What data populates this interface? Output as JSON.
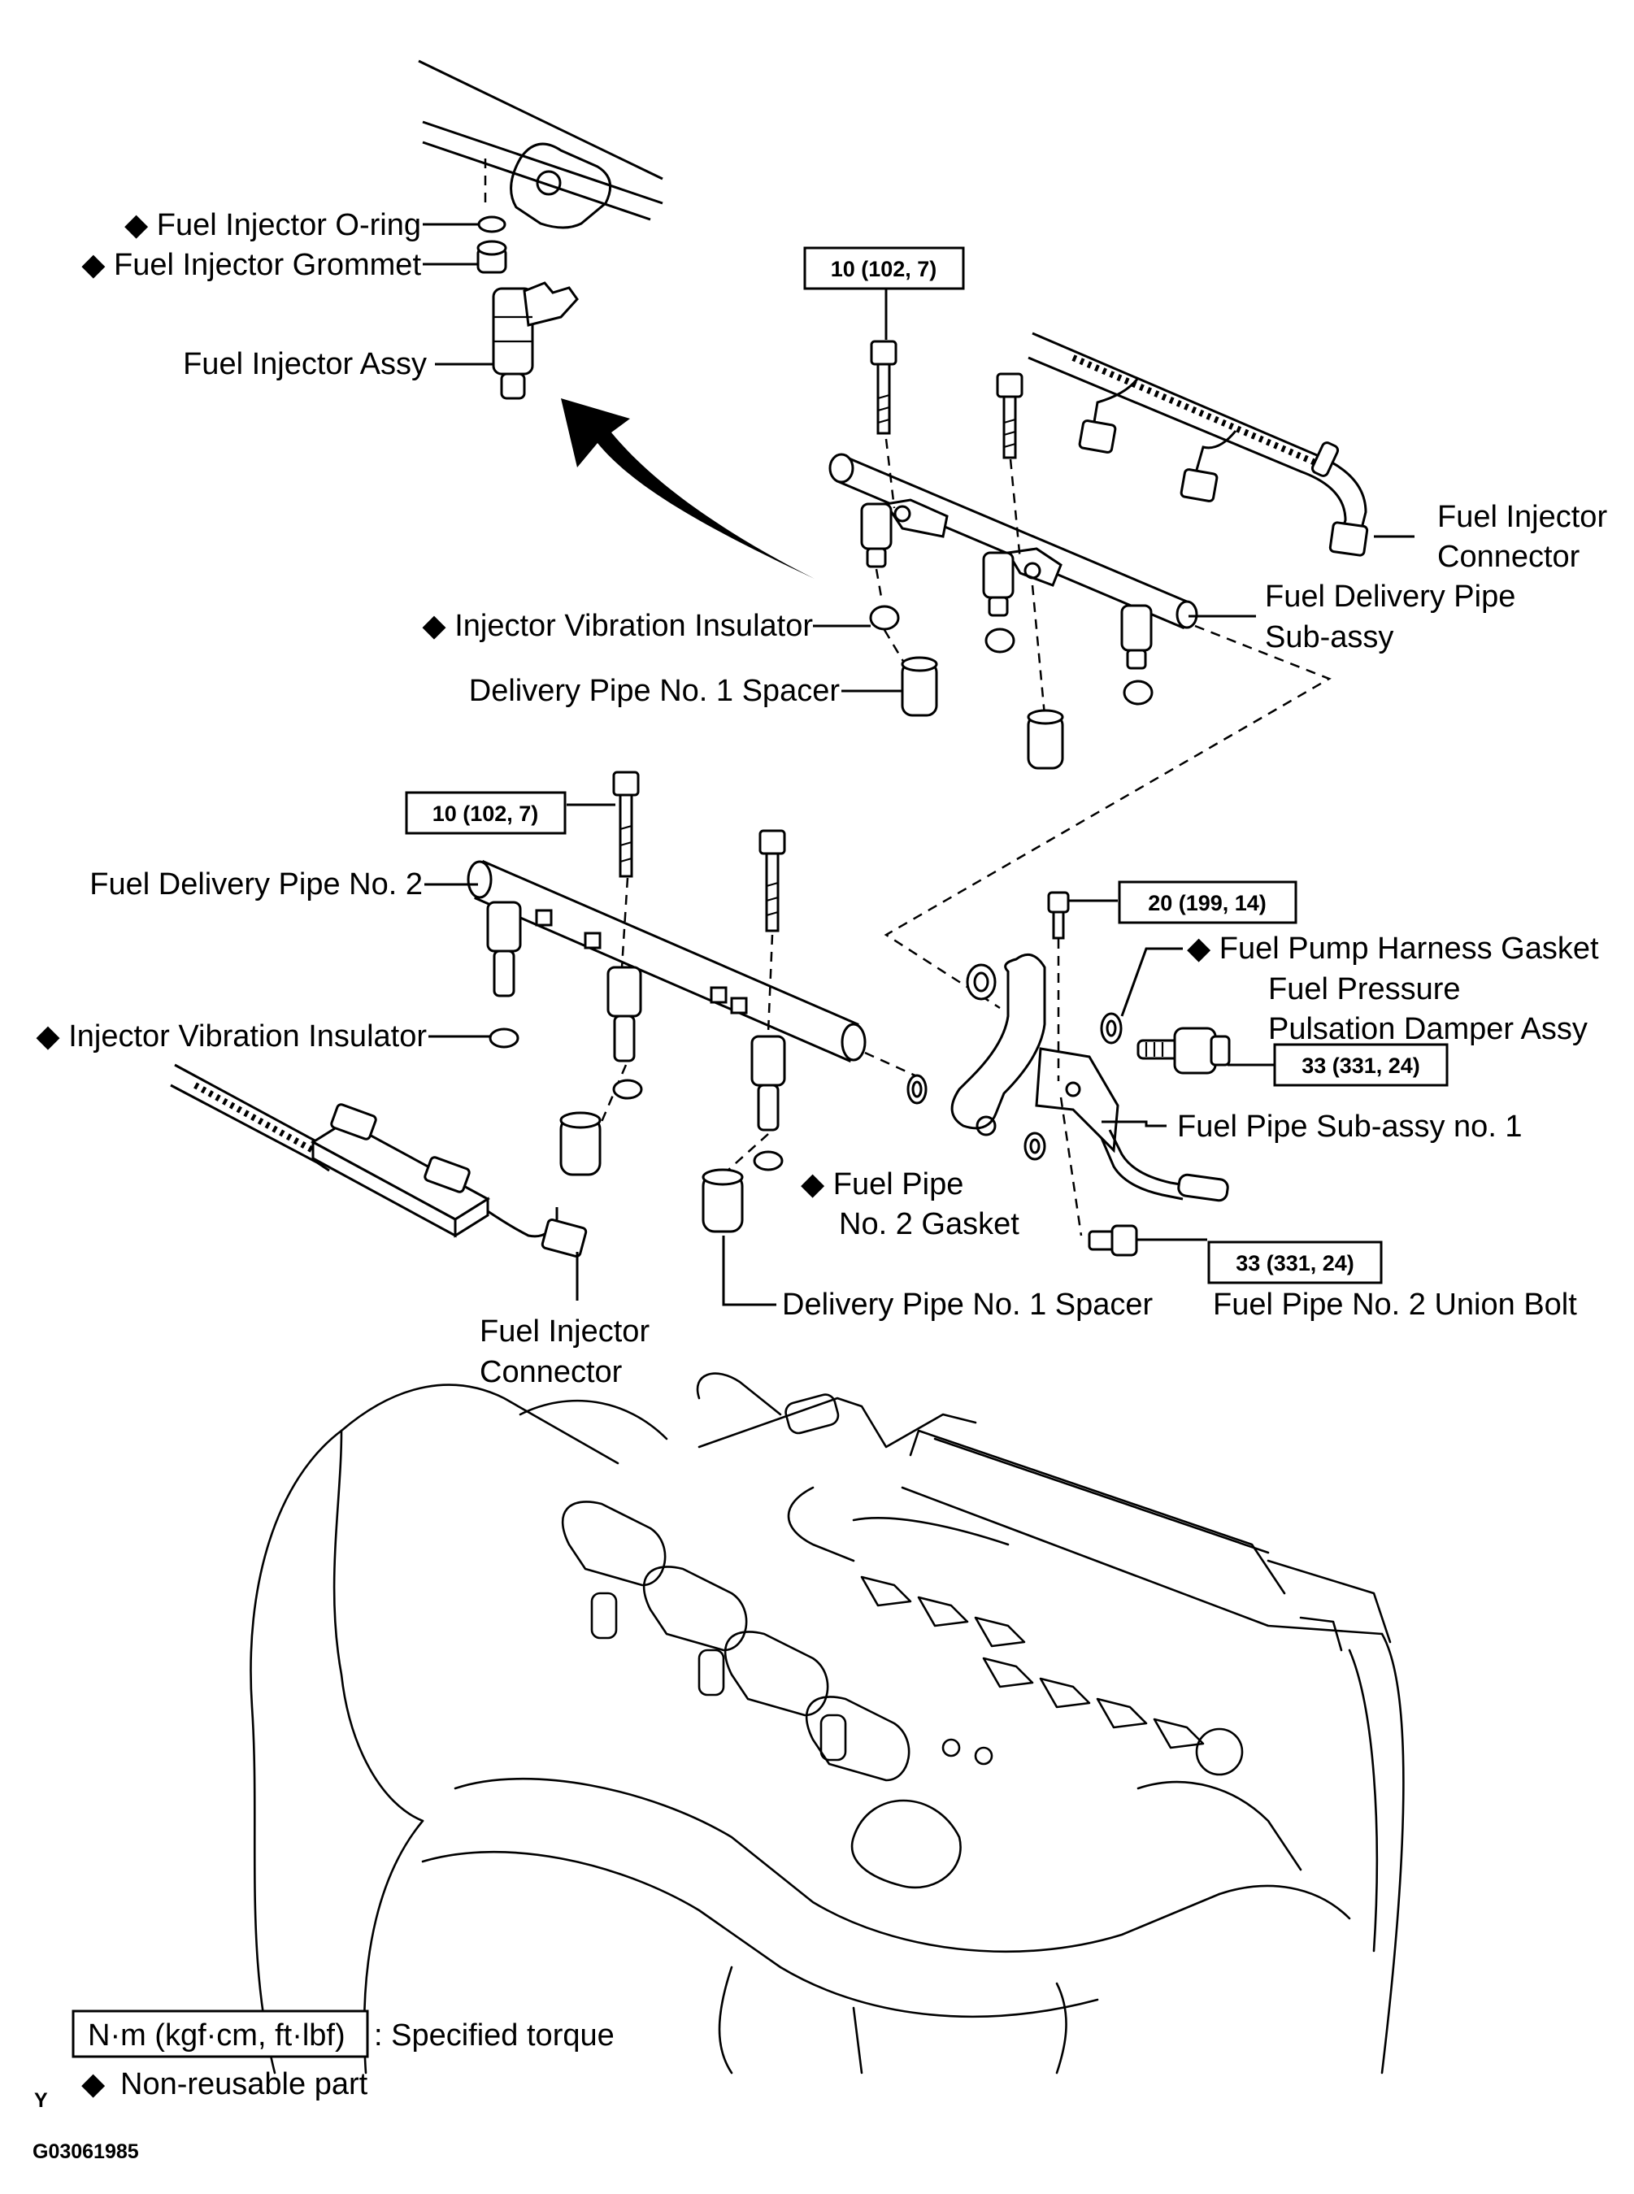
{
  "labels": {
    "oring": "Fuel Injector O-ring",
    "grommet": "Fuel Injector Grommet",
    "injector_assy": "Fuel Injector Assy",
    "injector_connector_top_1": "Fuel Injector",
    "injector_connector_top_2": "Connector",
    "delivery_pipe_1": "Fuel Delivery Pipe",
    "delivery_pipe_2": "Sub-assy",
    "vib_insulator_top": "Injector Vibration Insulator",
    "spacer_top": "Delivery Pipe No. 1 Spacer",
    "delivery_pipe_no2": "Fuel Delivery Pipe No. 2",
    "pump_gasket": "Fuel Pump Harness Gasket",
    "damper_1": "Fuel Pressure",
    "damper_2": "Pulsation Damper Assy",
    "vib_insulator_left": "Injector Vibration Insulator",
    "fuel_pipe_no1": "Fuel Pipe Sub-assy no. 1",
    "pipe_gasket_1": "Fuel Pipe",
    "pipe_gasket_2": "No. 2 Gasket",
    "spacer_bottom": "Delivery Pipe No. 1 Spacer",
    "union_bolt": "Fuel Pipe No. 2 Union Bolt",
    "injector_connector_bottom_1": "Fuel Injector",
    "injector_connector_bottom_2": "Connector"
  },
  "torques": {
    "t1": "10 (102, 7)",
    "t2": "10 (102, 7)",
    "t3": "20 (199, 14)",
    "t4": "33 (331, 24)",
    "t5": "33 (331, 24)"
  },
  "legend": {
    "torque_unit": "N·m (kgf·cm, ft·lbf)",
    "torque_text": ": Specified torque",
    "nonreusable_text": "Non-reusable part",
    "diamond": "◆"
  },
  "footer": {
    "mark": "Y",
    "figure_id": "G03061985"
  }
}
